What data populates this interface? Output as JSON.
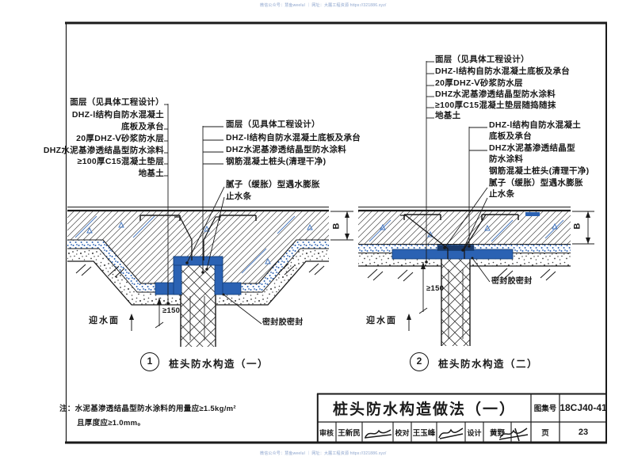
{
  "watermark": {
    "text": "微信公众号：慧鱼weelul ｜ 网址：大麓工程资源 https://321886.xyz/"
  },
  "colors": {
    "line": "#1a1a1a",
    "coating_blue": "#2b62b3",
    "hatch_blue": "#4a7cc4",
    "cap_navy": "#1a3a6b",
    "watermark_blue": "#8ba3cc"
  },
  "detail1": {
    "labels_left": [
      "面层（见具体工程设计）",
      "DHZ-Ⅰ结构自防水混凝土",
      "底板及承台",
      "20厚DHZ-Ⅴ砂浆防水层",
      "DHZ水泥基渗透结晶型防水涂料",
      "≥100厚C15混凝土垫层",
      "地基土"
    ],
    "labels_center": [
      "面层（见具体工程设计）",
      "DHZ-Ⅰ结构自防水混凝土底板及承台",
      "DHZ水泥基渗透结晶型防水涂料",
      "钢筋混凝土桩头(清理干净)",
      "腻子（缓胀）型遇水膨胀",
      "止水条"
    ],
    "dim_b": "B",
    "dim_150": "≥150",
    "sealant_label": "密封胶密封",
    "water_face_label": "迎水面",
    "bubble_no": "1",
    "caption": "桩头防水构造（一）"
  },
  "detail2": {
    "labels_top": [
      "面层（见具体工程设计）",
      "DHZ-Ⅰ结构自防水混凝土底板及承台",
      "20厚DHZ-Ⅴ砂浆防水层",
      "DHZ水泥基渗透结晶型防水涂料",
      "≥100厚C15混凝土垫层随捣随抹",
      "地基土"
    ],
    "labels_center": [
      "DHZ-Ⅰ结构自防水混凝土",
      "底板及承台",
      "DHZ水泥基渗透结晶型",
      "防水涂料",
      "钢筋混凝土桩头(清理干净)",
      "腻子（缓胀）型遇水膨胀",
      "止水条"
    ],
    "dim_b": "B",
    "dim_150": "≥150",
    "sealant_label": "密封胶密封",
    "water_face_label": "迎水面",
    "bubble_no": "2",
    "caption": "桩头防水构造（二）"
  },
  "note": {
    "line1": "注：水泥基渗透结晶型防水涂料的用量应≥1.5kg/m²",
    "line2": "且厚度应≥1.0mm。"
  },
  "title_block": {
    "title": "桩头防水构造做法（一）",
    "atlas_label": "图集号",
    "atlas_no": "18CJ40-41",
    "page_label": "页",
    "page_no": "23",
    "roles": [
      {
        "label": "审核",
        "name": "王新民"
      },
      {
        "label": "校对",
        "name": "王玉峰"
      },
      {
        "label": "设计",
        "name": "黄野"
      }
    ]
  }
}
